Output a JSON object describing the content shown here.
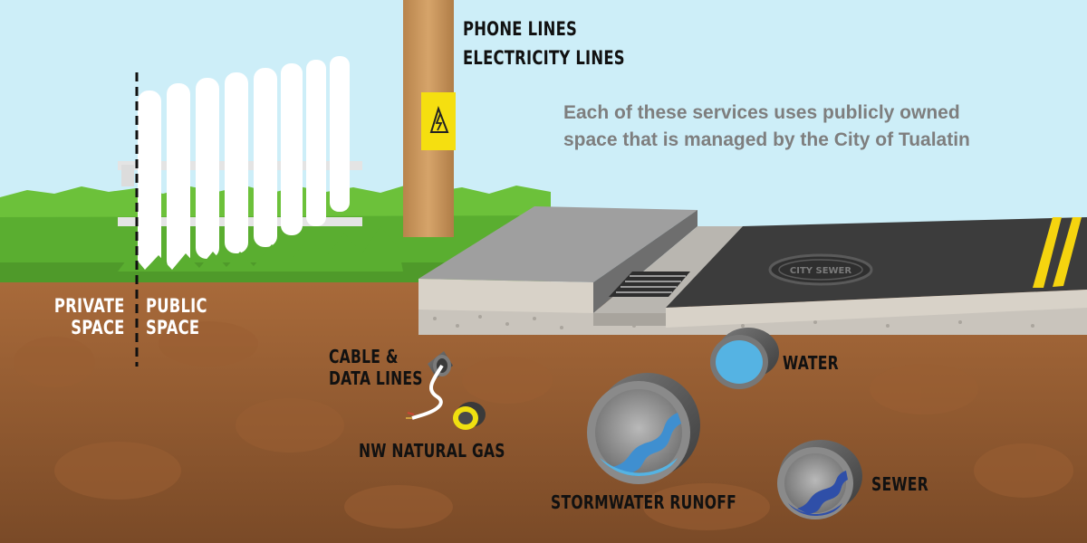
{
  "labels": {
    "phone_lines": "PHONE LINES",
    "electricity_lines": "ELECTRICITY LINES",
    "private_space": [
      "PRIVATE",
      "SPACE"
    ],
    "public_space": [
      "PUBLIC",
      "SPACE"
    ],
    "cable_data": [
      "CABLE &",
      "DATA LINES"
    ],
    "natural_gas": "NW NATURAL GAS",
    "water": "WATER",
    "stormwater": "STORMWATER RUNOFF",
    "sewer": "SEWER",
    "manhole": "CITY SEWER"
  },
  "caption": "Each of these services uses publicly owned space that is managed by the City of Tualatin",
  "colors": {
    "sky": "#cdeef8",
    "grass": "#5fb432",
    "soil": "#a5683a",
    "pole": "#c8955a",
    "asphalt": "#3c3c3c",
    "road_line": "#f5d40f",
    "warning_sign": "#f5df10",
    "water": "#55b3e3",
    "stormwater": "#3f8fd0",
    "sewer_water": "#2f4fa8",
    "gas": "#f0e010"
  },
  "icons": [
    "high-voltage-icon"
  ]
}
